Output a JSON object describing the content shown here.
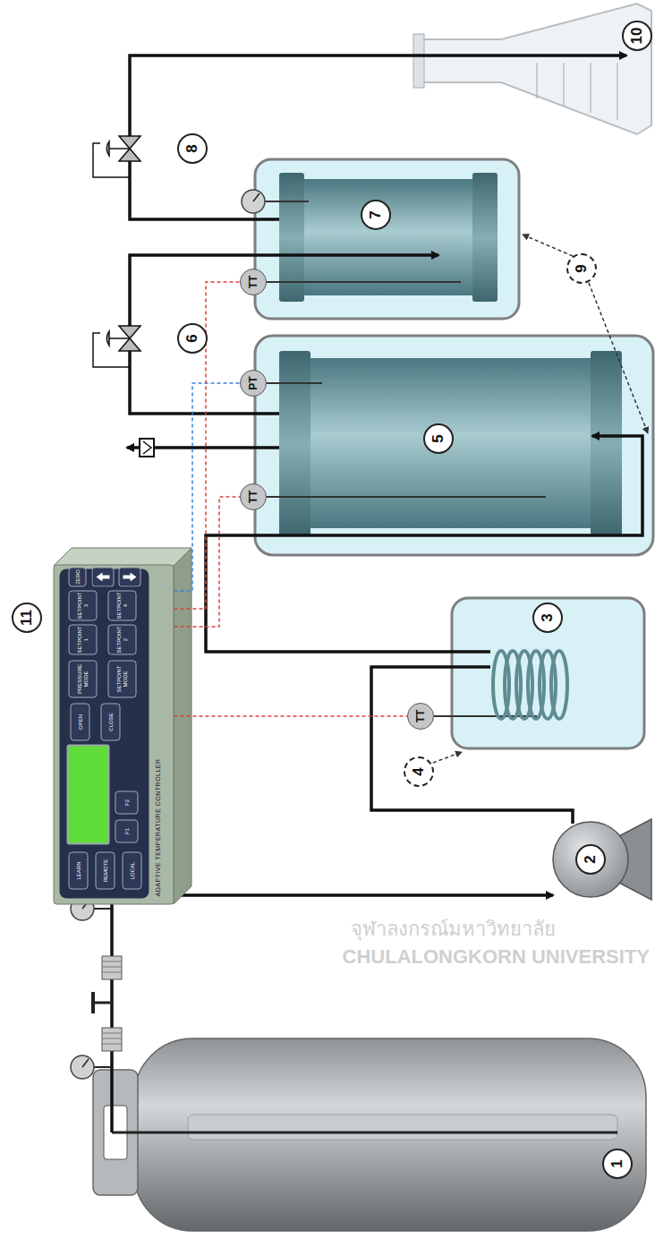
{
  "diagram": {
    "nodes": [
      {
        "text": [
          "ADAPTIVE TEMPERATURE CONTROLLER",
          "LEARN",
          "REMOTE",
          "LOCAL",
          "F1",
          "F2",
          "OPEN",
          "CLOSE",
          "PRESSURE MODE",
          "SETPOINT MODE",
          "SETPOINT 1",
          "SETPOINT 2",
          "SETPOINT 3",
          "SETPOINT 4",
          "ZERO"
        ]
      },
      {
        "text": [
          "TT"
        ]
      },
      {
        "text": [
          "TT"
        ]
      },
      {
        "text": [
          "PT"
        ]
      },
      {
        "text": [
          "TT"
        ]
      },
      {
        "text": [
          "1"
        ]
      },
      {
        "text": [
          "2"
        ]
      },
      {
        "text": [
          "3"
        ]
      },
      {
        "text": [
          "4"
        ]
      },
      {
        "text": [
          "5"
        ]
      },
      {
        "text": [
          "6"
        ]
      },
      {
        "text": [
          "7"
        ]
      },
      {
        "text": [
          "8"
        ]
      },
      {
        "text": [
          "9"
        ]
      },
      {
        "text": [
          "10"
        ]
      },
      {
        "text": [
          "11"
        ]
      }
    ],
    "edges": [
      {
        "from": 0,
        "to": 1,
        "arrow": "none"
      },
      {
        "from": 0,
        "to": 2,
        "arrow": "none"
      },
      {
        "from": 0,
        "to": 3,
        "arrow": "none"
      },
      {
        "from": 0,
        "to": 4,
        "arrow": "none"
      }
    ],
    "labels": [
      "จุฬาลงกรณ์มหาวิทยาลัย",
      "CHULALONGKORN UNIVERSITY"
    ]
  }
}
